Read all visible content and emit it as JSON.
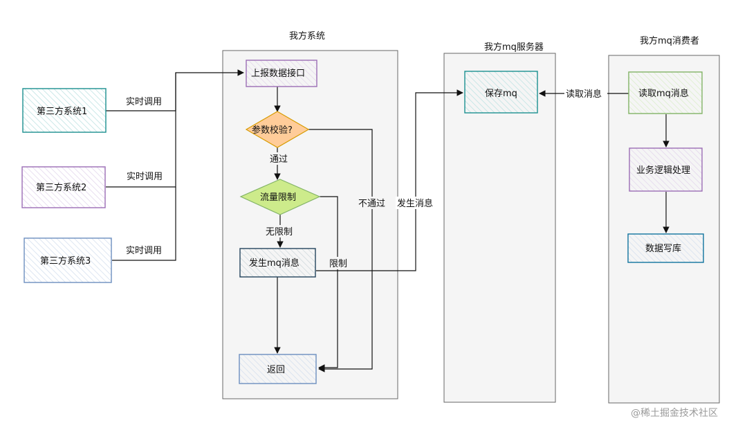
{
  "panels": {
    "our_system": "我方系统",
    "mq_server": "我方mq服务器",
    "mq_consumer": "我方mq消费者"
  },
  "nodes": {
    "third_party_1": "第三方系统1",
    "third_party_2": "第三方系统2",
    "third_party_3": "第三方系统3",
    "report_api": "上报数据接口",
    "param_check": "参数校验?",
    "rate_limit": "流量限制",
    "send_mq": "发生mq消息",
    "return": "返回",
    "save_mq": "保存mq",
    "read_mq": "读取mq消息",
    "business_logic": "业务逻辑处理",
    "db_write": "数据写库"
  },
  "edge_labels": {
    "realtime_call_1": "实时调用",
    "realtime_call_2": "实时调用",
    "realtime_call_3": "实时调用",
    "pass": "通过",
    "not_pass": "不通过",
    "no_limit": "无限制",
    "limited": "限制",
    "send_message": "发生消息",
    "read_message": "读取消息"
  },
  "colors": {
    "teal": "#1a8f8f",
    "purple": "#9b6db5",
    "blue": "#6c8ebf",
    "orange_fill": "#ffcc99",
    "orange_stroke": "#d79b00",
    "green_fill": "#cdeb8b",
    "green_stroke": "#82b366",
    "panel_fill": "#f5f5f5",
    "panel_stroke": "#666666"
  },
  "watermark": "@稀土掘金技术社区"
}
